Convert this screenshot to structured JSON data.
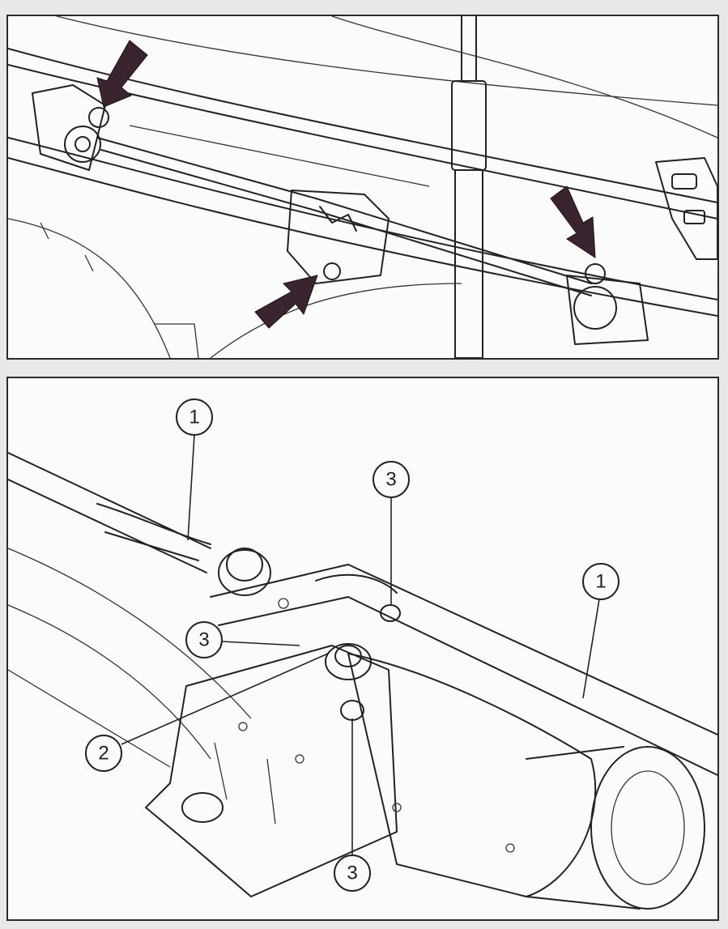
{
  "diagram": {
    "top_panel": {
      "arrows": [
        "arrow-left-pivot",
        "arrow-center-bracket",
        "arrow-right-pivot"
      ]
    },
    "bottom_panel": {
      "callouts": [
        {
          "id": "c1a",
          "label": "1"
        },
        {
          "id": "c3a",
          "label": "3"
        },
        {
          "id": "c1b",
          "label": "1"
        },
        {
          "id": "c3b",
          "label": "3"
        },
        {
          "id": "c2",
          "label": "2"
        },
        {
          "id": "c3c",
          "label": "3"
        }
      ]
    },
    "colors": {
      "ink": "#222222",
      "arrow": "#3a2430",
      "paper": "#fbfbf9",
      "page": "#e9e9e7"
    }
  }
}
